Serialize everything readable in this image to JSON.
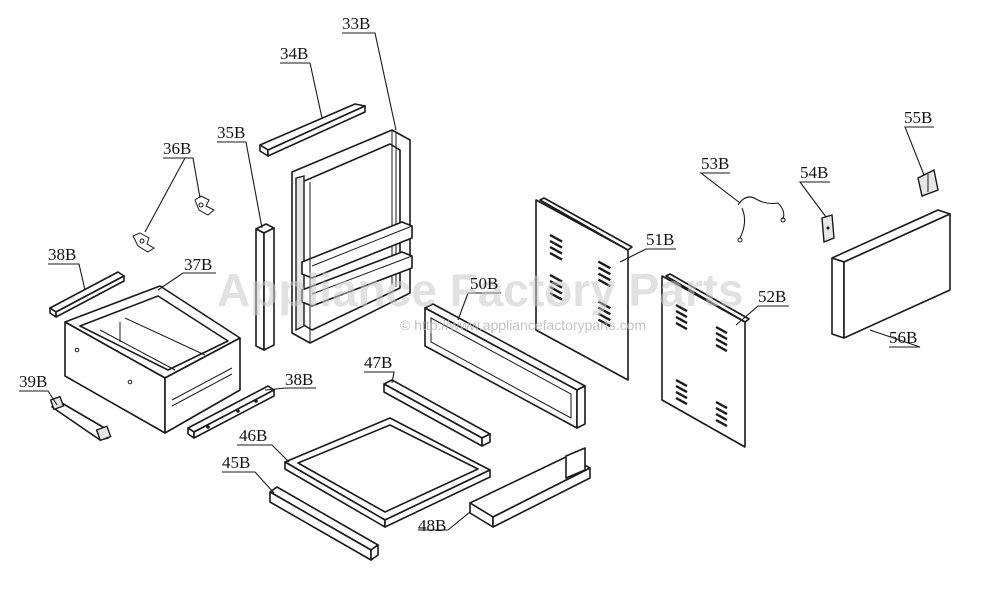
{
  "watermark": {
    "title": "Appliance Factory Parts",
    "subtitle": "© http://www.appliancefactoryparts.com"
  },
  "parts": {
    "p33": "33B",
    "p34": "34B",
    "p35": "35B",
    "p36": "36B",
    "p37": "37B",
    "p38a": "38B",
    "p38b": "38B",
    "p39": "39B",
    "p45": "45B",
    "p46": "46B",
    "p47": "47B",
    "p48": "48B",
    "p50": "50B",
    "p51": "51B",
    "p52": "52B",
    "p53": "53B",
    "p54": "54B",
    "p55": "55B",
    "p56": "56B"
  }
}
